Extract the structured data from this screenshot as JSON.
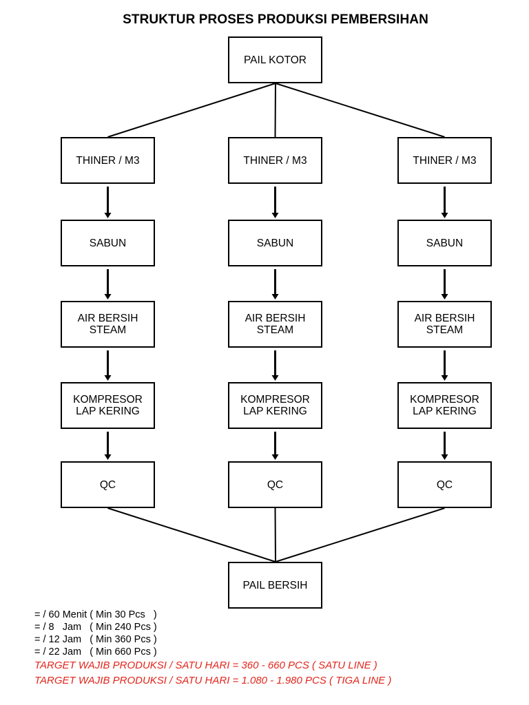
{
  "title": "STRUKTUR PROSES PRODUKSI PEMBERSIHAN",
  "start_node": "PAIL KOTOR",
  "end_node": "PAIL BERSIH",
  "lines": [
    {
      "steps": [
        "THINER / M3",
        "SABUN",
        "AIR BERSIH\nSTEAM",
        "KOMPRESOR\nLAP KERING",
        "QC"
      ]
    },
    {
      "steps": [
        "THINER / M3",
        "SABUN",
        "AIR BERSIH\nSTEAM",
        "KOMPRESOR\nLAP KERING",
        "QC"
      ]
    },
    {
      "steps": [
        "THINER / M3",
        "SABUN",
        "AIR BERSIH\nSTEAM",
        "KOMPRESOR\nLAP KERING",
        "QC"
      ]
    }
  ],
  "notes": [
    "= / 60 Menit ( Min 30 Pcs   )",
    "= / 8   Jam   ( Min 240 Pcs )",
    "= / 12 Jam   ( Min 360 Pcs )",
    "= / 22 Jam   ( Min 660 Pcs )"
  ],
  "targets": [
    "TARGET WAJIB PRODUKSI / SATU HARI = 360 - 660 PCS ( SATU LINE )",
    "TARGET WAJIB PRODUKSI / SATU HARI = 1.080 - 1.980 PCS ( TIGA LINE )"
  ],
  "colors": {
    "target_text": "#e1261c",
    "line": "#000000"
  }
}
